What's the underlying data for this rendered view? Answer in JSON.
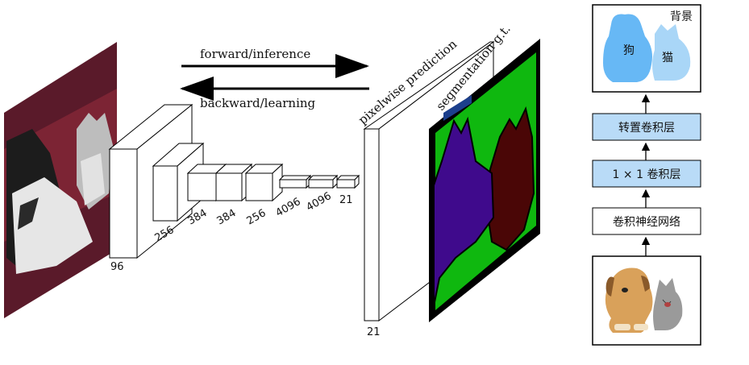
{
  "arrows": {
    "forward": "forward/inference",
    "backward": "backward/learning"
  },
  "network": {
    "input_channels": "96",
    "layers": [
      "256",
      "384",
      "384",
      "256",
      "4096",
      "4096",
      "21"
    ],
    "output_channels": "21",
    "pixelwise_label": "pixelwise prediction",
    "segmentation_label": "segmentation g.t."
  },
  "pipeline": {
    "output_labels": {
      "background": "背景",
      "dog": "狗",
      "cat": "猫"
    },
    "transposed_conv": "转置卷积层",
    "conv1x1": "1 × 1 卷积层",
    "cnn": "卷积神经网络"
  },
  "colors": {
    "seg_background": "#0fb80f",
    "seg_dog": "#3f0a8c",
    "seg_cat": "#4a0606",
    "seg_boundary": "#000000",
    "box_fill": "#b9dbf7",
    "mask_blue": "#67b8f5",
    "mask_light_blue": "#a9d6f7"
  }
}
